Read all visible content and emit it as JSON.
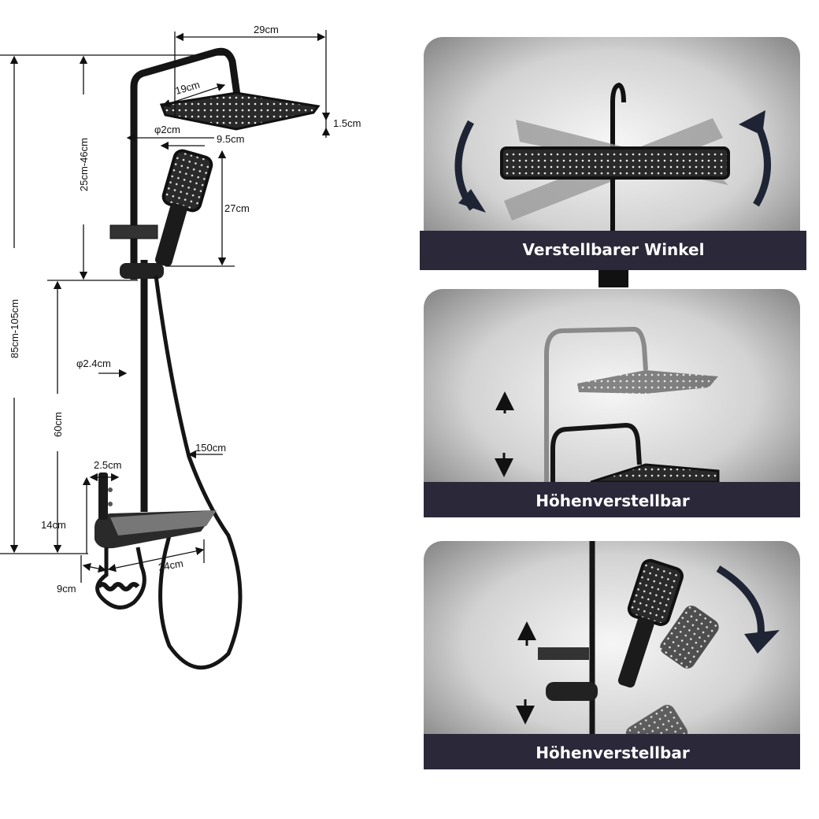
{
  "dimensions": {
    "head_width": "29cm",
    "head_depth": "19cm",
    "head_thickness": "1.5cm",
    "pipe_diameter_top": "φ2cm",
    "head_offset": "9.5cm",
    "hand_shower_length": "27cm",
    "upper_adjust_range": "25cm-46cm",
    "total_height_range": "85cm-105cm",
    "pole_diameter": "φ2.4cm",
    "slide_bar_length": "60cm",
    "hose_length": "150cm",
    "spout_diameter": "2.5cm",
    "mixer_height": "14cm",
    "shelf_width": "24cm",
    "spout_offset": "9cm"
  },
  "panels": [
    {
      "caption": "Verstellbarer Winkel"
    },
    {
      "caption": "Höhenverstellbar"
    },
    {
      "caption": "Höhenverstellbar"
    }
  ],
  "colors": {
    "band": "#2a2839",
    "product": "#1a1a1a"
  }
}
